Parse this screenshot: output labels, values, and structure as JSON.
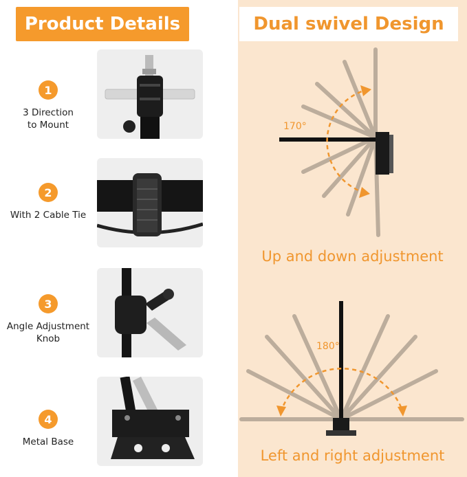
{
  "left_header": {
    "title": "Product Details"
  },
  "right_header": {
    "title": "Dual swivel Design"
  },
  "features": [
    {
      "number": "1",
      "label": "3 Direction\nto Mount"
    },
    {
      "number": "2",
      "label": "With 2 Cable Tie"
    },
    {
      "number": "3",
      "label": "Angle Adjustment\nKnob"
    },
    {
      "number": "4",
      "label": "Metal Base"
    }
  ],
  "diagram_top": {
    "angle_label": "170°",
    "caption": "Up and down adjustment"
  },
  "diagram_bottom": {
    "angle_label": "180°",
    "caption": "Left and right adjustment"
  },
  "colors": {
    "accent": "#f59a2c",
    "accent_text": "#f0962e",
    "panel_bg": "#fbe6cf",
    "photo_bg": "#eeeeee"
  }
}
